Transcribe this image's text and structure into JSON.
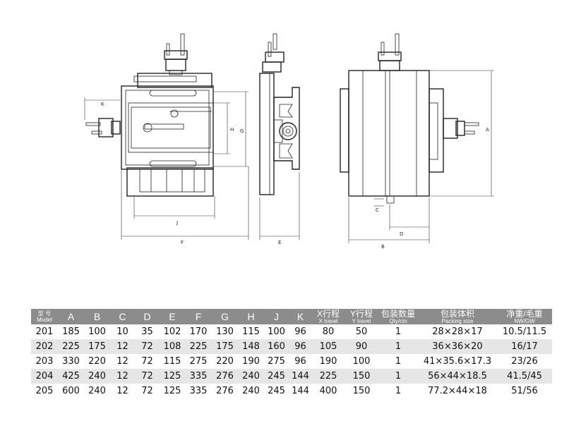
{
  "drawing": {
    "dim_labels": {
      "K": "K",
      "H": "H",
      "G": "G",
      "J": "J",
      "F": "F",
      "E": "E",
      "C": "C",
      "D": "D",
      "B": "B",
      "A": "A"
    }
  },
  "table": {
    "headers": [
      {
        "cn": "型 号",
        "en": "Model"
      },
      {
        "cn": "",
        "en": "A"
      },
      {
        "cn": "",
        "en": "B"
      },
      {
        "cn": "",
        "en": "C"
      },
      {
        "cn": "",
        "en": "D"
      },
      {
        "cn": "",
        "en": "E"
      },
      {
        "cn": "",
        "en": "F"
      },
      {
        "cn": "",
        "en": "G"
      },
      {
        "cn": "",
        "en": "H"
      },
      {
        "cn": "",
        "en": "J"
      },
      {
        "cn": "",
        "en": "K"
      },
      {
        "cn": "X行程",
        "en": "X travel"
      },
      {
        "cn": "Y行程",
        "en": "Y travel"
      },
      {
        "cn": "包装数量",
        "en": "Qty/ctn"
      },
      {
        "cn": "包装体积",
        "en": "Packing size"
      },
      {
        "cn": "净重/毛重",
        "en": "NW/GW"
      }
    ],
    "rows": [
      [
        "201",
        "185",
        "100",
        "10",
        "35",
        "102",
        "170",
        "130",
        "115",
        "100",
        "96",
        "80",
        "50",
        "1",
        "28×28×17",
        "10.5/11.5"
      ],
      [
        "202",
        "225",
        "175",
        "12",
        "72",
        "108",
        "225",
        "175",
        "148",
        "160",
        "96",
        "105",
        "90",
        "1",
        "36×36×20",
        "16/17"
      ],
      [
        "203",
        "330",
        "220",
        "12",
        "72",
        "115",
        "275",
        "220",
        "190",
        "275",
        "96",
        "190",
        "100",
        "1",
        "41×35.6×17.3",
        "23/26"
      ],
      [
        "204",
        "425",
        "240",
        "12",
        "72",
        "125",
        "335",
        "276",
        "240",
        "245",
        "144",
        "225",
        "150",
        "1",
        "56×44×18.5",
        "41.5/45"
      ],
      [
        "205",
        "600",
        "240",
        "12",
        "72",
        "125",
        "335",
        "276",
        "240",
        "245",
        "144",
        "400",
        "150",
        "1",
        "77.2×44×18",
        "51/56"
      ]
    ]
  }
}
